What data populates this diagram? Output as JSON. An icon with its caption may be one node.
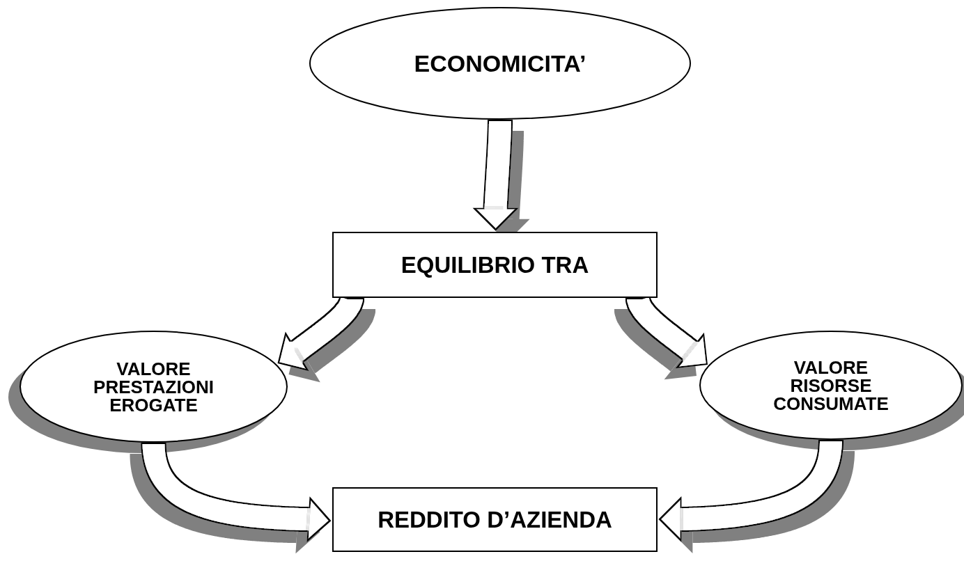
{
  "diagram": {
    "nodes": [
      {
        "text": [
          "ECONOMICITA’"
        ]
      },
      {
        "text": [
          "EQUILIBRIO TRA"
        ]
      },
      {
        "text": [
          "VALORE PRESTAZIONI EROGATE"
        ]
      },
      {
        "text": [
          "VALORE RISORSE CONSUMATE"
        ]
      },
      {
        "text": [
          "REDDITO D’AZIENDA"
        ]
      }
    ],
    "edges": [
      {
        "from": 0,
        "to": 1,
        "arrow": "to"
      },
      {
        "from": 1,
        "to": 2,
        "arrow": "to"
      },
      {
        "from": 1,
        "to": 3,
        "arrow": "to"
      },
      {
        "from": 2,
        "to": 4,
        "arrow": "to"
      },
      {
        "from": 3,
        "to": 4,
        "arrow": "to"
      }
    ]
  }
}
